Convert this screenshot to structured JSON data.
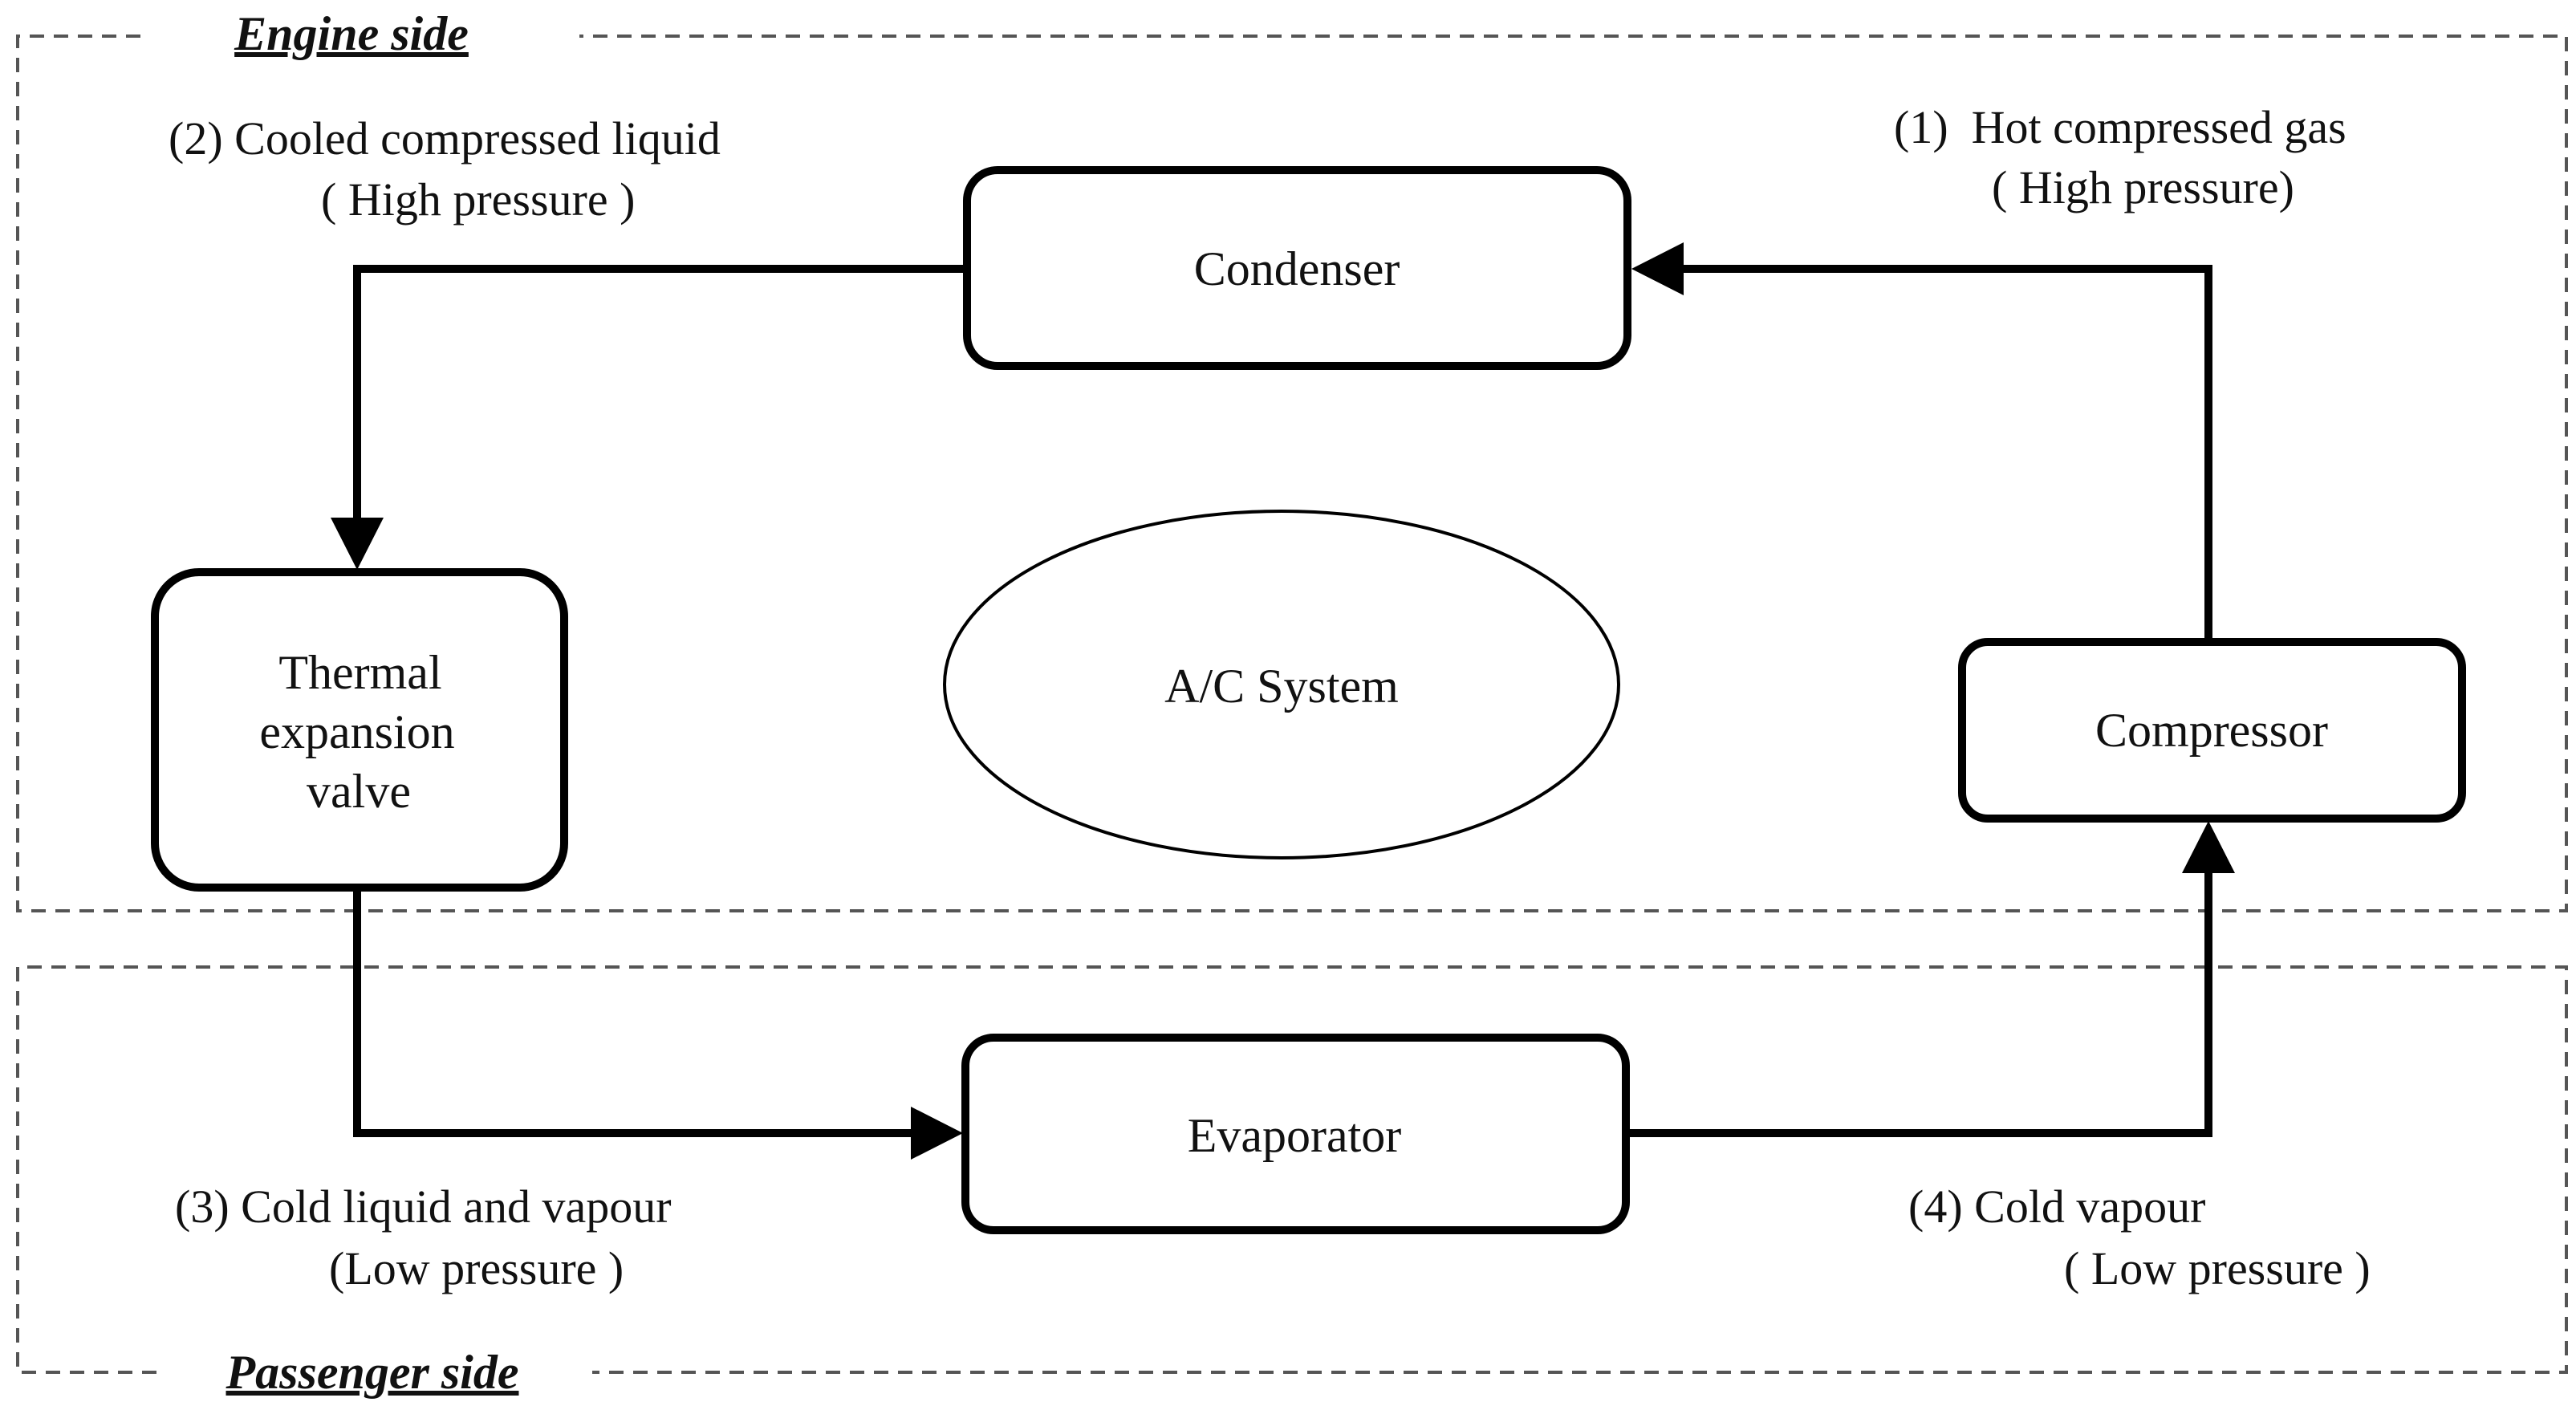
{
  "regions": {
    "engine_side": "Engine side",
    "passenger_side": "Passenger side"
  },
  "nodes": {
    "condenser": "Condenser",
    "expansion_valve": [
      "Thermal",
      "expansion",
      "valve"
    ],
    "system": "A/C System",
    "compressor": "Compressor",
    "evaporator": "Evaporator"
  },
  "flows": {
    "hot_gas": [
      "(1)  Hot compressed gas",
      "( High pressure)"
    ],
    "cooled_liquid": [
      "(2) Cooled compressed liquid",
      "( High pressure )"
    ],
    "cold_liquid_vapour": [
      "(3) Cold liquid and vapour",
      "(Low pressure )"
    ],
    "cold_vapour": [
      "(4) Cold vapour",
      "( Low pressure )"
    ]
  }
}
